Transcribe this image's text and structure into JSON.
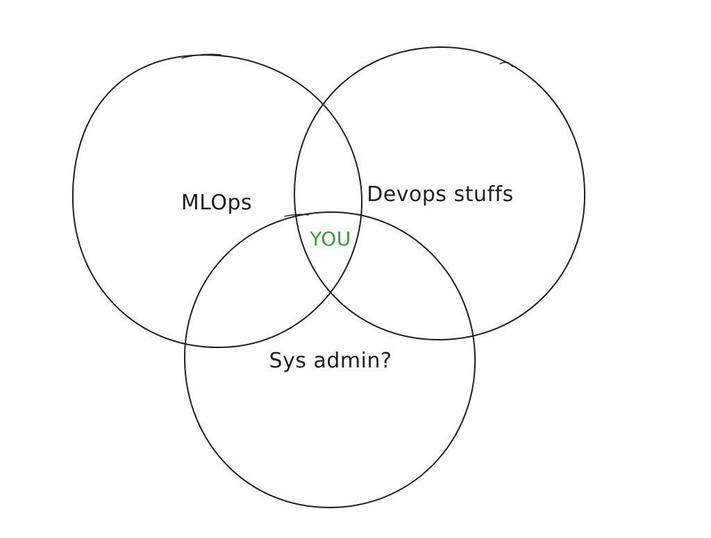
{
  "diagram": {
    "sets": [
      {
        "id": "mlops",
        "label": "MLOps"
      },
      {
        "id": "devops",
        "label": "Devops stuffs"
      },
      {
        "id": "sysadmin",
        "label": "Sys admin?"
      }
    ],
    "intersection": {
      "label": "YOU",
      "color": "#3c9a3c"
    },
    "stroke_color": "#1e1e1e"
  }
}
